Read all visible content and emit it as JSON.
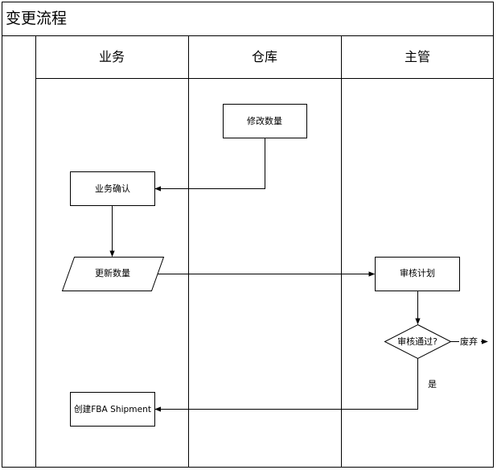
{
  "diagram": {
    "title": "变更流程",
    "lanes": [
      {
        "label": "业务"
      },
      {
        "label": "仓库"
      },
      {
        "label": "主管"
      }
    ],
    "nodes": {
      "modify_qty": {
        "label": "修改数量"
      },
      "business_confirm": {
        "label": "业务确认"
      },
      "update_qty": {
        "label": "更新数量"
      },
      "review_plan": {
        "label": "审核计划"
      },
      "review_passed": {
        "label": "审核通过?"
      },
      "create_shipment": {
        "label": "创建FBA Shipment"
      }
    },
    "edge_labels": {
      "discard": "废弃",
      "yes": "是"
    }
  }
}
